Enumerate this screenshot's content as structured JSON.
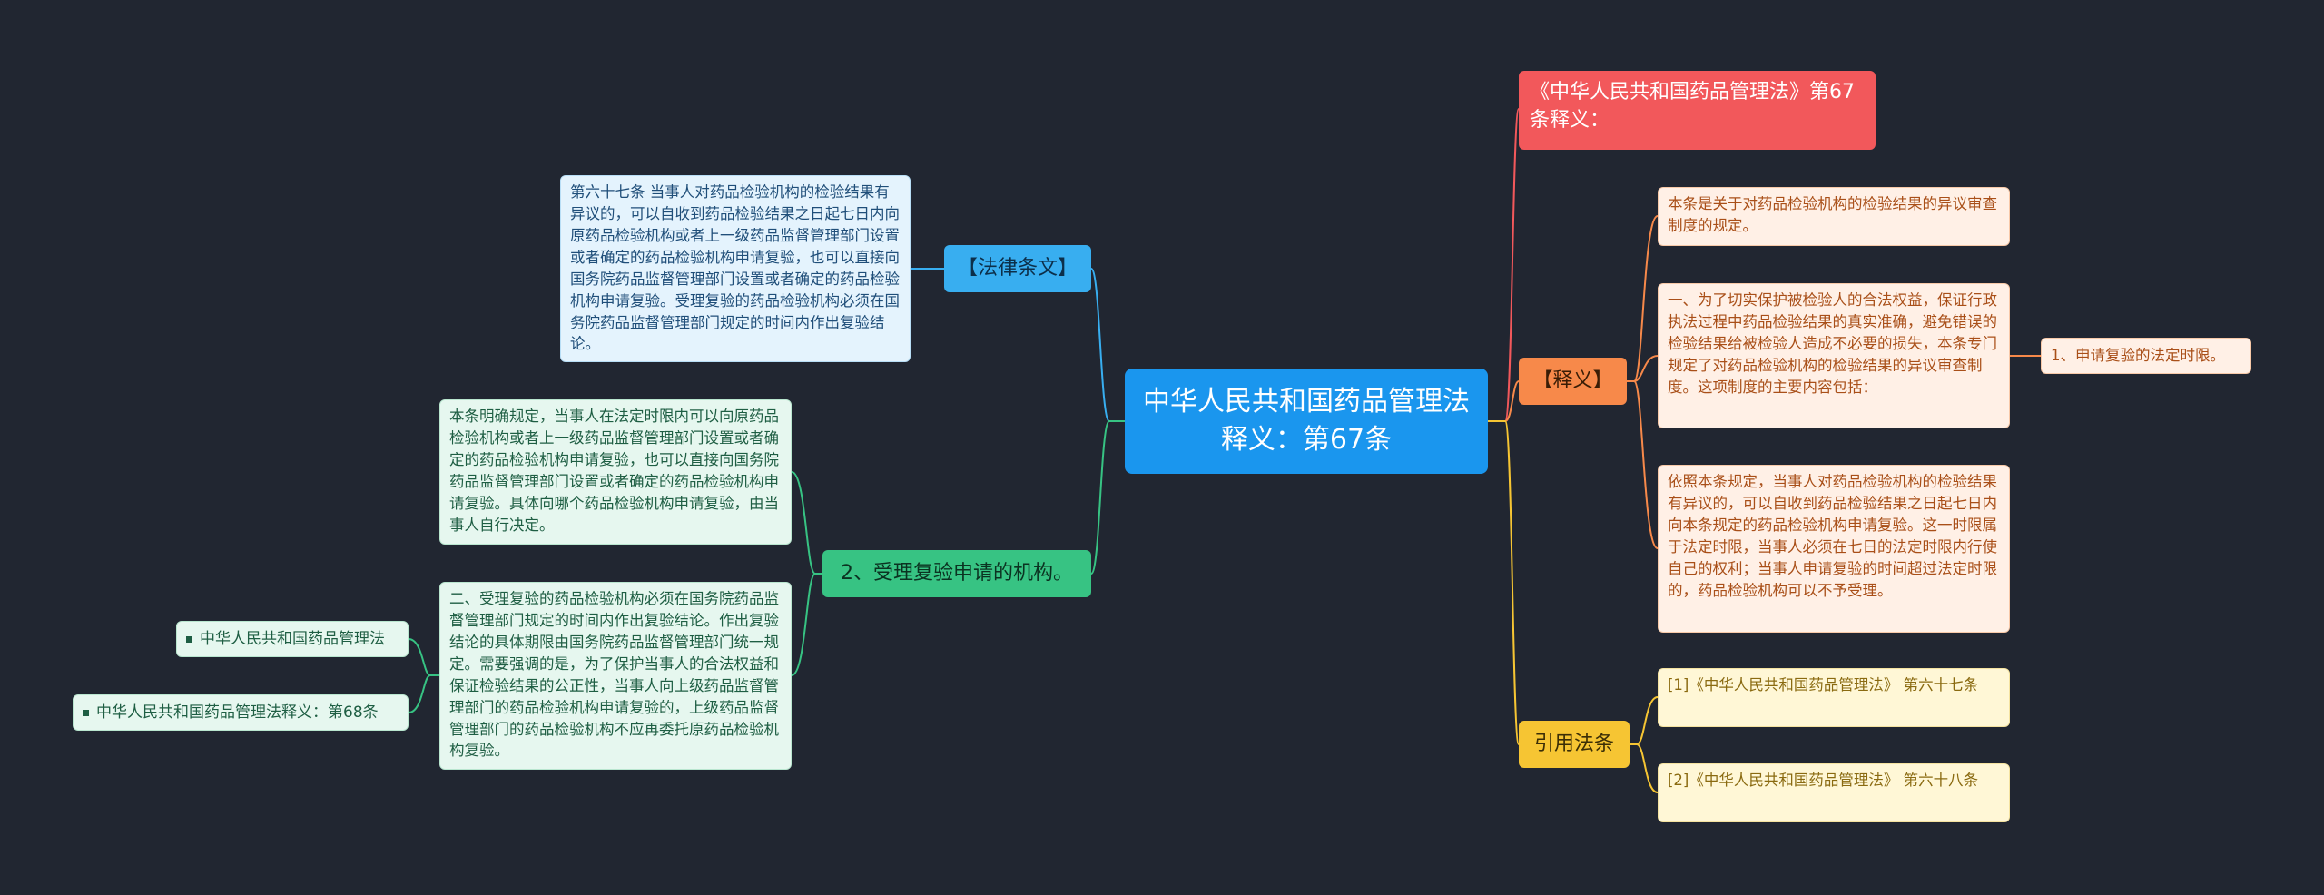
{
  "root": {
    "title": "中华人民共和国药品管理法释义：第67条"
  },
  "right": {
    "header": "《中华人民共和国药品管理法》第67条释义：",
    "shiyi": {
      "label": "【释义】",
      "items": [
        "本条是关于对药品检验机构的检验结果的异议审查制度的规定。",
        "一、为了切实保护被检验人的合法权益，保证行政执法过程中药品检验结果的真实准确，避免错误的检验结果给被检验人造成不必要的损失，本条专门规定了对药品检验机构的检验结果的异议审查制度。这项制度的主要内容包括：",
        "依照本条规定，当事人对药品检验机构的检验结果有异议的，可以自收到药品检验结果之日起七日内向本条规定的药品检验机构申请复验。这一时限属于法定时限，当事人必须在七日的法定时限内行使自己的权利；当事人申请复验的时间超过法定时限的，药品检验机构可以不予受理。"
      ],
      "sub": "1、申请复验的法定时限。"
    },
    "cite": {
      "label": "引用法条",
      "items": [
        "[1]《中华人民共和国药品管理法》 第六十七条",
        "[2]《中华人民共和国药品管理法》 第六十八条"
      ]
    }
  },
  "left": {
    "law": {
      "label": "【法律条文】",
      "text": "第六十七条 当事人对药品检验机构的检验结果有异议的，可以自收到药品检验结果之日起七日内向原药品检验机构或者上一级药品监督管理部门设置或者确定的药品检验机构申请复验，也可以直接向国务院药品监督管理部门设置或者确定的药品检验机构申请复验。受理复验的药品检验机构必须在国务院药品监督管理部门规定的时间内作出复验结论。"
    },
    "review": {
      "label": "2、受理复验申请的机构。",
      "items": [
        "本条明确规定，当事人在法定时限内可以向原药品检验机构或者上一级药品监督管理部门设置或者确定的药品检验机构申请复验，也可以直接向国务院药品监督管理部门设置或者确定的药品检验机构申请复验。具体向哪个药品检验机构申请复验，由当事人自行决定。",
        "二、受理复验的药品检验机构必须在国务院药品监督管理部门规定的时间内作出复验结论。作出复验结论的具体期限由国务院药品监督管理部门统一规定。需要强调的是，为了保护当事人的合法权益和保证检验结果的公正性，当事人向上级药品监督管理部门的药品检验机构申请复验的，上级药品监督管理部门的药品检验机构不应再委托原药品检验机构复验。"
      ],
      "related": [
        "中华人民共和国药品管理法",
        "中华人民共和国药品管理法释义：第68条"
      ]
    }
  },
  "colors": {
    "background": "#212631",
    "root": "#1a96ee",
    "red": "#f2585b",
    "orange": "#f7894a",
    "yellow": "#f6c533",
    "blue": "#38aef0",
    "green": "#37c383"
  }
}
